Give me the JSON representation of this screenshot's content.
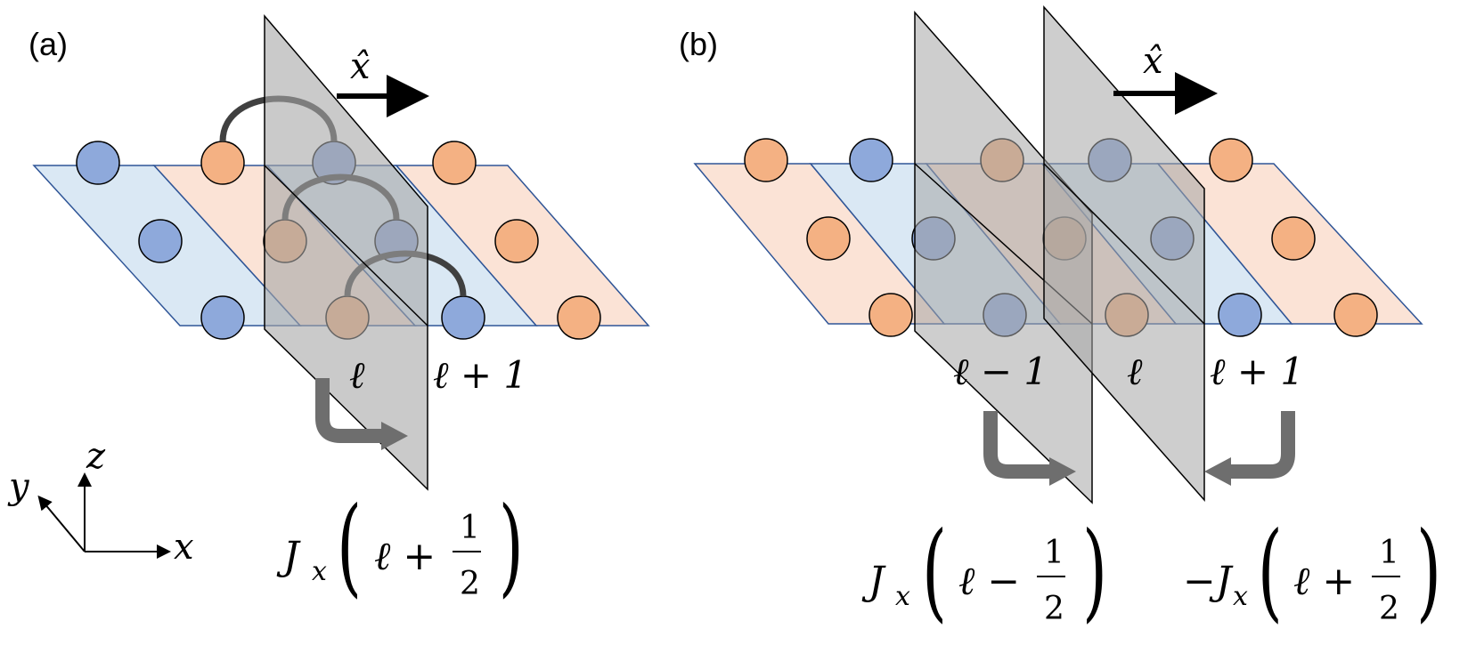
{
  "panel_a": {
    "label": "(a)",
    "axis_hat": "x̂",
    "site_l": "ℓ",
    "site_l_plus": "ℓ + 1",
    "current_J": "J",
    "current_sub": "x",
    "current_arg": "ℓ +",
    "frac_num": "1",
    "frac_den": "2"
  },
  "panel_b": {
    "label": "(b)",
    "axis_hat": "x̂",
    "site_l_minus": "ℓ − 1",
    "site_l": "ℓ",
    "site_l_plus": "ℓ + 1",
    "left_current_J": "J",
    "left_current_sub": "x",
    "left_current_arg": "ℓ −",
    "right_current_J": "−J",
    "right_current_sub": "x",
    "right_current_arg": "ℓ +",
    "frac_num": "1",
    "frac_den": "2"
  },
  "axes": {
    "x": "x",
    "y": "y",
    "z": "z"
  },
  "colors": {
    "blue_site": "#8ea9db",
    "orange_site": "#f4b183",
    "blue_strip": "#dae8f4",
    "orange_strip": "#fbe3d6",
    "plane_gray": "#a6a6a6",
    "bond_dark": "#404040",
    "arrow_gray": "#6e6e6e"
  }
}
